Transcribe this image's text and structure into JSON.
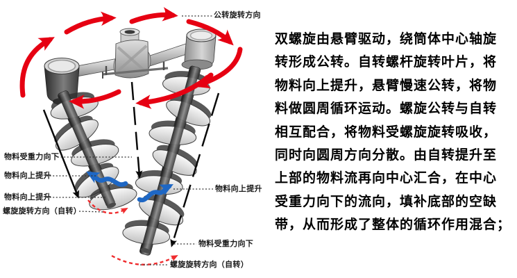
{
  "diagram": {
    "annotations": {
      "revolution_direction": "公转旋转方向",
      "left_gravity_down": "物料受重力向下",
      "left_lift_upper": "物料向上提升",
      "left_lift_lower": "物料向上提升",
      "left_self_rotation": "螺旋旋转方向（自转）",
      "right_lift": "物料向上提升",
      "right_gravity_down": "物料受重力向下",
      "right_self_rotation": "螺旋旋转方向（自转）"
    },
    "colors": {
      "revolution_arrow": "#e60012",
      "lift_arrow": "#1e67c4",
      "self_rotation_arc": "#ef2b2d",
      "flow_arrow": "#000000",
      "leader_line": "#333333",
      "machine_light": "#d8d8d8",
      "machine_dark": "#2e2e2e"
    }
  },
  "description": {
    "lines": [
      "双螺旋由悬臂驱动，绕筒体中心轴旋",
      "转形成公转。自转螺杆旋转叶片，将",
      "物料向上提升，悬臂慢速公转，将物",
      "料做圆周循环运动。螺旋公转与自转",
      "相互配合，将物料受螺旋旋转吸收，",
      "同时向圆周方向分散。由自转提升至",
      "上部的物料流再向中心汇合，在中心",
      "受重力向下的流向，填补底部的空缺",
      "带，从而形成了整体的循环作用混合；"
    ]
  }
}
